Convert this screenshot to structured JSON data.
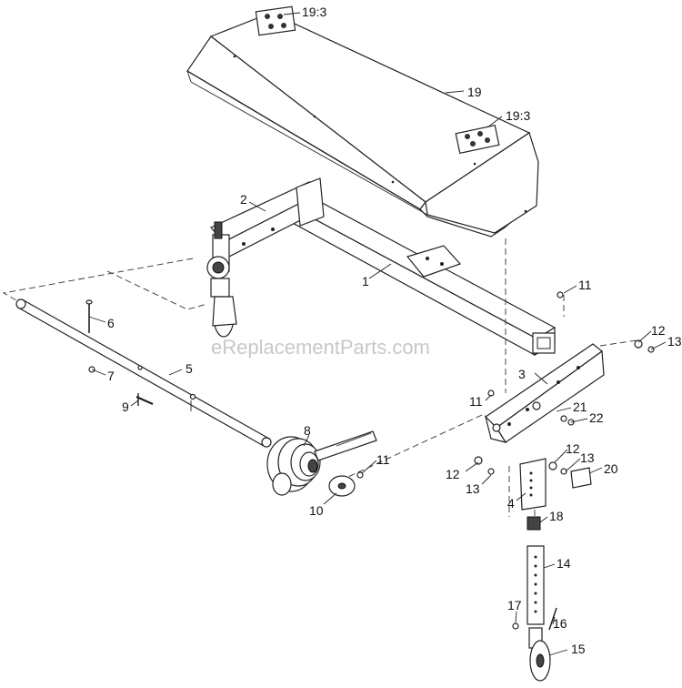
{
  "watermark": "eReplacementParts.com",
  "callouts": {
    "c19_3_top": "19:3",
    "c19": "19",
    "c19_3_right": "19:3",
    "c2": "2",
    "c1": "1",
    "c11_a": "11",
    "c12_a": "12",
    "c13_a": "13",
    "c6": "6",
    "c5": "5",
    "c7": "7",
    "c9": "9",
    "c3": "3",
    "c11_b": "11",
    "c21": "21",
    "c22": "22",
    "c8": "8",
    "c11_c": "11",
    "c10": "10",
    "c12_b": "12",
    "c13_b": "13",
    "c12_c": "12",
    "c13_c": "13",
    "c20": "20",
    "c4": "4",
    "c18": "18",
    "c14": "14",
    "c17": "17",
    "c16": "16",
    "c15": "15"
  }
}
